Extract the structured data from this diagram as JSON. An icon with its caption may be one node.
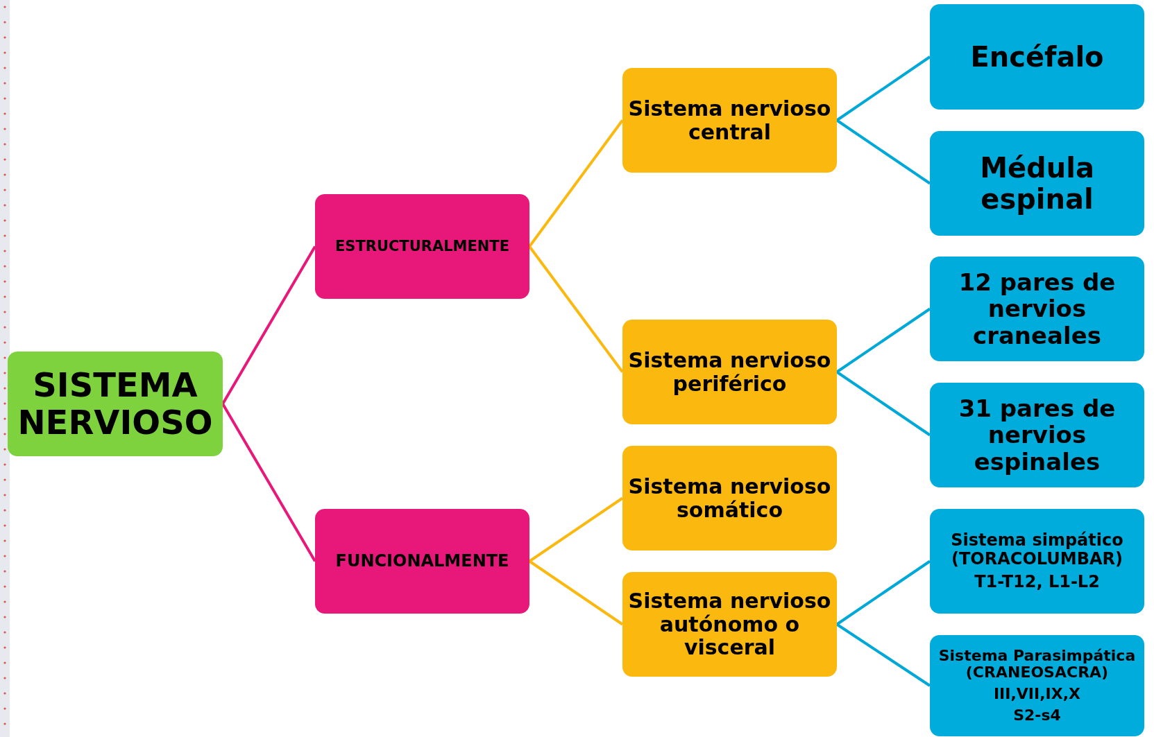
{
  "diagram": {
    "nodes": [
      {
        "text": [
          "SISTEMA NERVIOSO"
        ]
      },
      {
        "text": [
          "ESTRUCTURALMENTE"
        ]
      },
      {
        "text": [
          "FUNCIONALMENTE"
        ]
      },
      {
        "text": [
          "Sistema nervioso central"
        ]
      },
      {
        "text": [
          "Sistema nervioso periférico"
        ]
      },
      {
        "text": [
          "Sistema nervioso somático"
        ]
      },
      {
        "text": [
          "Sistema nervioso autónomo  o visceral"
        ]
      },
      {
        "text": [
          "Encéfalo"
        ]
      },
      {
        "text": [
          "Médula espinal"
        ]
      },
      {
        "text": [
          "12 pares de nervios craneales"
        ]
      },
      {
        "text": [
          "31 pares de nervios espinales"
        ]
      },
      {
        "text": [
          "Sistema simpático (TORACOLUMBAR)",
          "T1-T12, L1-L2"
        ]
      },
      {
        "text": [
          "Sistema Parasimpática (CRANEOSACRA)",
          "III,VII,IX,X",
          "S2-s4"
        ]
      }
    ],
    "edges": [
      {
        "from": 0,
        "to": 1,
        "arrow": "none",
        "color": "#e8187a"
      },
      {
        "from": 0,
        "to": 2,
        "arrow": "none",
        "color": "#e8187a"
      },
      {
        "from": 1,
        "to": 3,
        "arrow": "none",
        "color": "#fbb80f"
      },
      {
        "from": 1,
        "to": 4,
        "arrow": "none",
        "color": "#fbb80f"
      },
      {
        "from": 2,
        "to": 5,
        "arrow": "none",
        "color": "#fbb80f"
      },
      {
        "from": 2,
        "to": 6,
        "arrow": "none",
        "color": "#fbb80f"
      },
      {
        "from": 3,
        "to": 7,
        "arrow": "none"
      },
      {
        "from": 3,
        "to": 8,
        "arrow": "none"
      },
      {
        "from": 4,
        "to": 9,
        "arrow": "none"
      },
      {
        "from": 4,
        "to": 10,
        "arrow": "none"
      },
      {
        "from": 6,
        "to": 11,
        "arrow": "none"
      },
      {
        "from": 6,
        "to": 12,
        "arrow": "none"
      }
    ]
  }
}
